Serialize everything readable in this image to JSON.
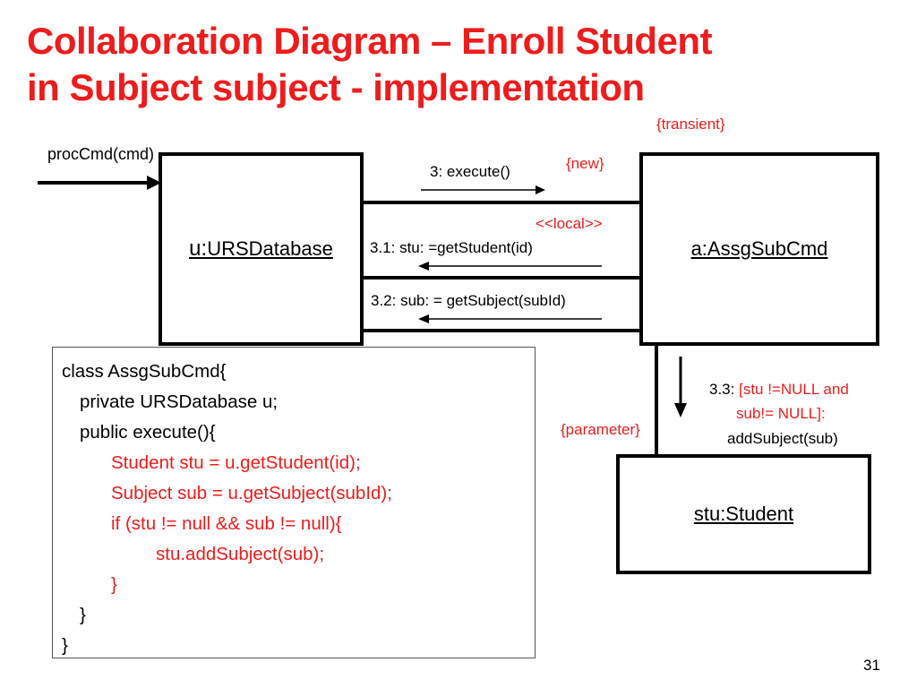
{
  "title": {
    "line1": "Collaboration Diagram – Enroll Student",
    "line2": "in Subject subject - implementation"
  },
  "objects": {
    "urs_prefix": "u:",
    "urs_name": "URSDatabase",
    "assg": "a:AssgSubCmd",
    "student": "stu:Student"
  },
  "stereotypes": {
    "transient": "{transient}",
    "new": "{new}",
    "local": "<<local>>",
    "parameter": "{parameter}"
  },
  "messages": {
    "proc": "procCmd(cmd)",
    "m3": "3: execute()",
    "m31": "3.1: stu: =getStudent(id)",
    "m32": "3.2: sub: = getSubject(subId)",
    "m33_num": "3.3: ",
    "m33_cond1": "[stu !=NULL and",
    "m33_cond2": "sub!= NULL]:",
    "m33_call": "addSubject(sub)"
  },
  "code": [
    {
      "text": "class AssgSubCmd{",
      "indent": 0,
      "color": "black"
    },
    {
      "text": "private URSDatabase u;",
      "indent": 1,
      "color": "black"
    },
    {
      "text": "public execute(){",
      "indent": 1,
      "color": "black"
    },
    {
      "text": "Student stu = u.getStudent(id);",
      "indent": 2,
      "color": "red"
    },
    {
      "text": "Subject sub = u.getSubject(subId);",
      "indent": 2,
      "color": "red"
    },
    {
      "text": "if (stu != null && sub != null){",
      "indent": 2,
      "color": "red"
    },
    {
      "text": "stu.addSubject(sub);",
      "indent": 3,
      "color": "red"
    },
    {
      "text": "}",
      "indent": 2,
      "color": "red"
    },
    {
      "text": "}",
      "indent": 1,
      "color": "black"
    },
    {
      "text": "}",
      "indent": 0,
      "color": "black"
    }
  ],
  "page_number": "31",
  "colors": {
    "accent": "#ee1c1c",
    "line": "#000000"
  }
}
